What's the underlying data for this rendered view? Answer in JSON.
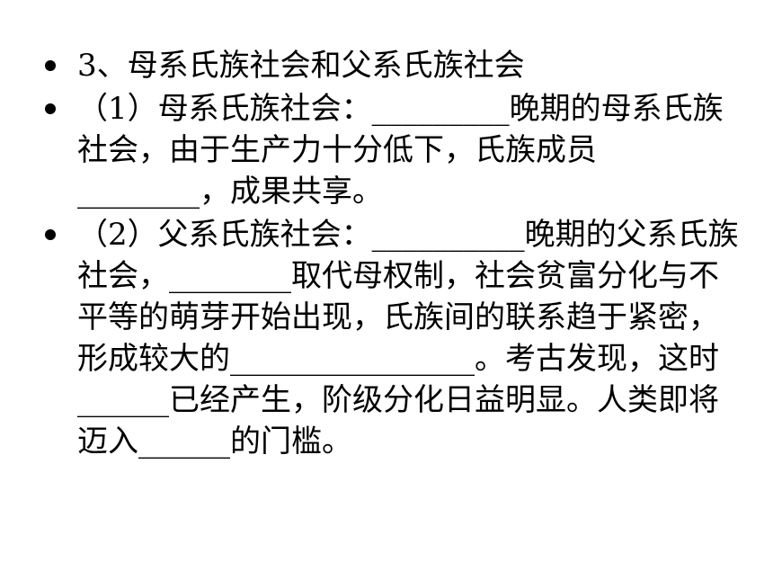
{
  "slide": {
    "items": [
      {
        "text": "3、母系氏族社会和父系氏族社会"
      },
      {
        "text": "（1）母系氏族社会：_________晚期的母系氏族社会，由于生产力十分低下，氏族成员________，成果共享。"
      },
      {
        "text": "（2）父系氏族社会：__________晚期的父系氏族社会，________取代母权制，社会贫富分化与不平等的萌芽开始出现，氏族间的联系趋于紧密，形成较大的________________。考古发现，这时______已经产生，阶级分化日益明显。人类即将迈入______的门槛。"
      }
    ]
  }
}
